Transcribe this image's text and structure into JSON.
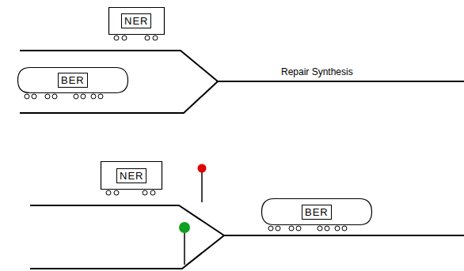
{
  "diagram": {
    "nodes": [
      {
        "text": [
          "NER"
        ]
      },
      {
        "text": [
          "BER"
        ]
      },
      {
        "text": [
          "NER"
        ]
      },
      {
        "text": [
          "BER"
        ]
      }
    ],
    "labels": [
      "Repair Synthesis"
    ]
  }
}
